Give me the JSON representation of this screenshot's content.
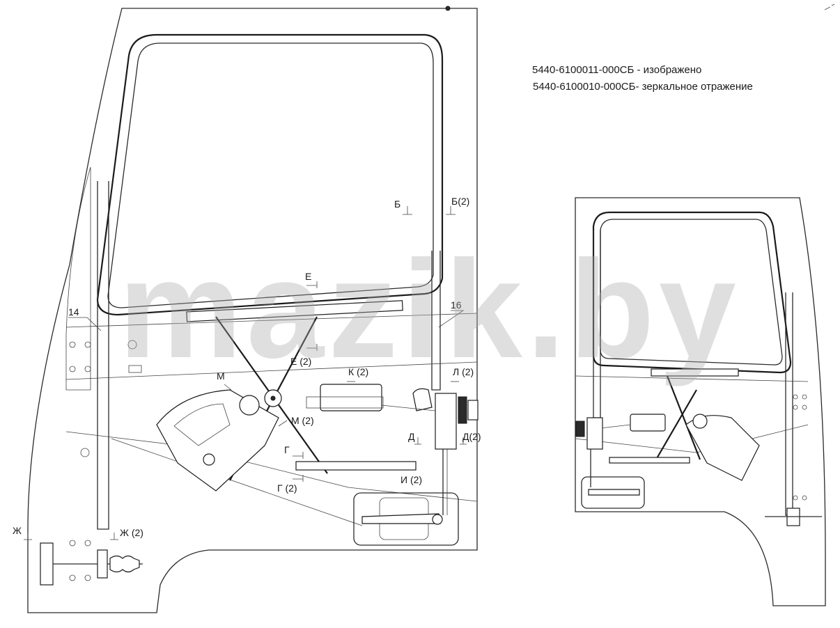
{
  "captions": {
    "depicted": "5440-6100011-000СБ - изображено",
    "mirrored": "5440-6100010-000СБ- зеркальное отражение"
  },
  "watermark": "mazik.by",
  "labels": {
    "b": "Б",
    "b2": "Б(2)",
    "e": "Е",
    "e2": "Е (2)",
    "k2": "К (2)",
    "l2": "Л (2)",
    "m": "М",
    "m2": "М (2)",
    "d": "Д",
    "d2": "Д(2)",
    "g": "Г",
    "g2": "Г (2)",
    "i2": "И (2)",
    "zh": "Ж",
    "zh2": "Ж (2)",
    "n14": "14",
    "n16": "16"
  },
  "colors": {
    "line": "#1a1a1a",
    "watermark": "#aaaaaa",
    "background": "#ffffff"
  }
}
